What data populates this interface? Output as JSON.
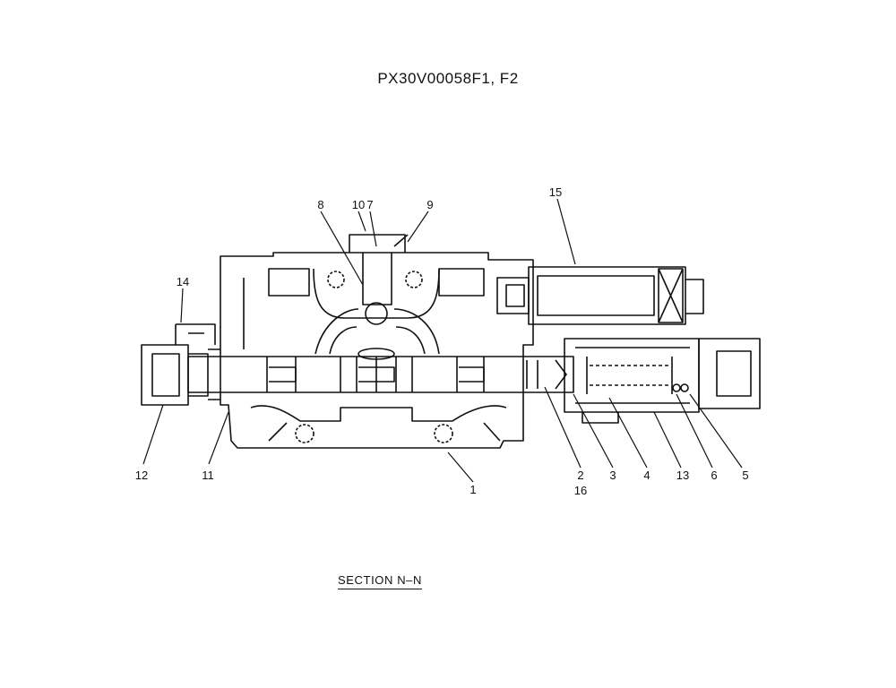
{
  "title": "PX30V00058F1, F2",
  "section_label": "SECTION  N–N",
  "callouts": {
    "c1": "1",
    "c2": "2",
    "c3": "3",
    "c4": "4",
    "c5": "5",
    "c6": "6",
    "c7": "7",
    "c8": "8",
    "c9": "9",
    "c10": "10",
    "c11": "11",
    "c12": "12",
    "c13": "13",
    "c14": "14",
    "c15": "15",
    "c16": "16"
  }
}
